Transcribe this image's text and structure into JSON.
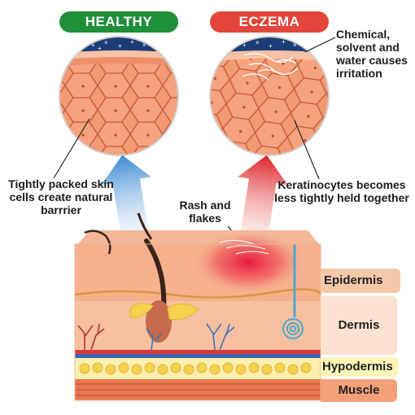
{
  "labels": {
    "healthy": "HEALTHY",
    "eczema": "ECZEMA"
  },
  "annotations": {
    "chemical": "Chemical, solvent and water causes irritation",
    "tightly_packed": "Tightly packed skin cells create natural barrrier",
    "keratinocytes": "Keratinocytes becomes less tightly held together",
    "rash": "Rash and flakes"
  },
  "layers": {
    "epidermis": "Epidermis",
    "dermis": "Dermis",
    "hypodermis": "Hypodermis",
    "muscle": "Muscle"
  },
  "colors": {
    "healthy": "#1f8f3a",
    "eczema": "#e2463a",
    "arrow_healthy": "#4f9ad8",
    "arrow_eczema": "#e0262a",
    "skin": "#f6b08d",
    "epidermis_band": "#f4c8a8",
    "dermis_band": "#fbe1cf",
    "hypodermis_band": "#fff5b8",
    "muscle_band": "#f3a079"
  }
}
